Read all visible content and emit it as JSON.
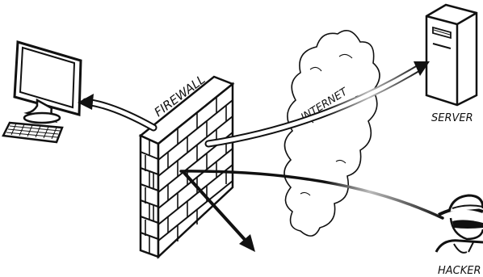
{
  "labels": {
    "firewall": "FIREWALL",
    "internet": "INTERNET",
    "server": "SERVER",
    "hacker": "HACKER"
  },
  "icons": [
    "computer-monitor-icon",
    "keyboard-icon",
    "firewall-brick-wall-icon",
    "internet-cloud-icon",
    "server-tower-icon",
    "hacker-icon"
  ],
  "colors": {
    "ink": "#111111",
    "paper": "#ffffff"
  }
}
